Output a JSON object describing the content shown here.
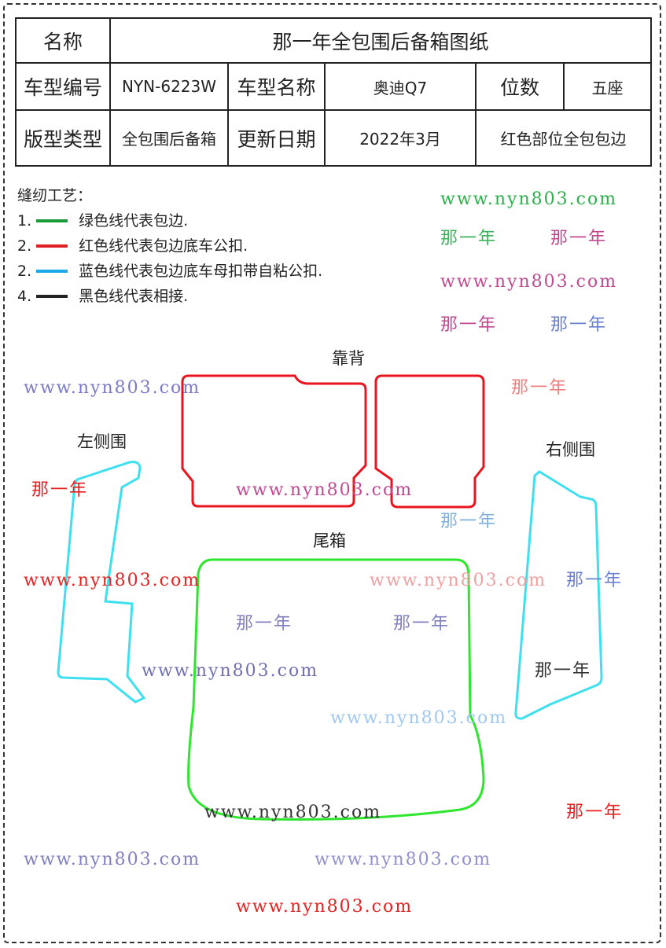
{
  "table": {
    "name_label": "名称",
    "title": "那一年全包围后备箱图纸",
    "model_no_label": "车型编号",
    "model_no": "NYN-6223W",
    "model_name_label": "车型名称",
    "model_name": "奥迪Q7",
    "seats_label": "位数",
    "seats": "五座",
    "type_label": "版型类型",
    "type": "全包围后备箱",
    "date_label": "更新日期",
    "date": "2022年3月",
    "note": "红色部位全包包边"
  },
  "legend": {
    "title": "缝纫工艺：",
    "items": [
      {
        "num": "1.",
        "color": "#1a9a3a",
        "text": "绿色线代表包边."
      },
      {
        "num": "2.",
        "color": "#e02020",
        "text": "红色线代表包边底车公扣."
      },
      {
        "num": "2.",
        "color": "#1aa8e8",
        "text": "蓝色线代表包边底车母扣带自粘公扣."
      },
      {
        "num": "4.",
        "color": "#222222",
        "text": "黑色线代表相接."
      }
    ]
  },
  "parts": {
    "backrest": "靠背",
    "left_side": "左侧围",
    "right_side": "右侧围",
    "trunk": "尾箱"
  },
  "watermarks": {
    "brand": "那一年",
    "site": "www.nyn803.com"
  }
}
